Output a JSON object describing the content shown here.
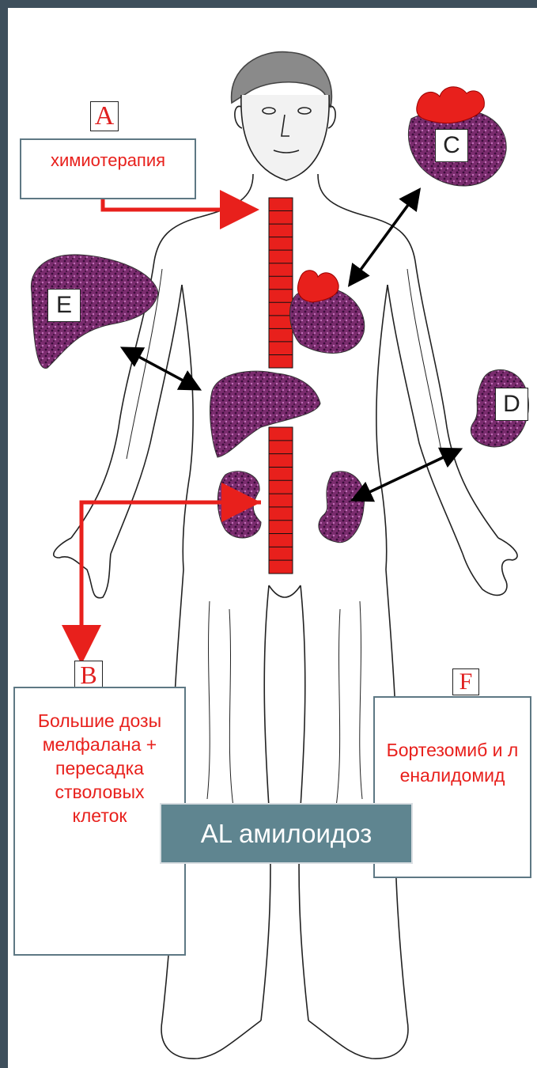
{
  "labels": {
    "A": "A",
    "B": "B",
    "C": "C",
    "D": "D",
    "E": "E",
    "F": "F"
  },
  "boxes": {
    "chemo": "химиотерапия",
    "high_dose": "Большие дозы мелфалана + пересадка стволовых клеток",
    "bortezomib": "Бортезомиб и леналидомид"
  },
  "title": "AL амилоидоз",
  "colors": {
    "background": "#3e4f5c",
    "red": "#e8201c",
    "organ_purple": "#7a2c6e",
    "title_box": "#5f8590",
    "box_border": "#5e7884"
  }
}
